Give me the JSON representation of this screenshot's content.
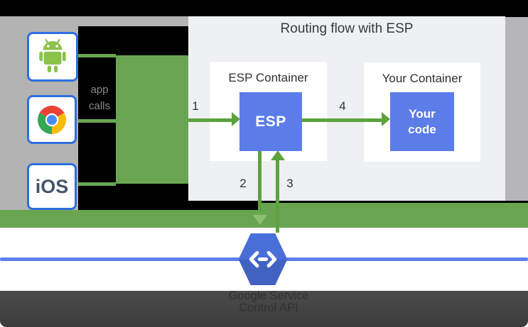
{
  "diagram": {
    "title": "Routing flow with ESP",
    "esp_container": {
      "label": "ESP Container",
      "box_label": "ESP"
    },
    "your_container": {
      "label": "Your Container",
      "box_label": "Your code"
    },
    "steps": {
      "s1": "1",
      "s2": "2",
      "s3": "3",
      "s4": "4"
    },
    "clients": {
      "android_icon": "android-robot-icon",
      "chrome_icon": "chrome-browser-icon",
      "ios_label": "iOS",
      "calls_label": "app calls"
    },
    "service": {
      "icon": "cloud-endpoints-hexagon-icon",
      "line1": "Google Service",
      "line2": "Control API"
    },
    "colors": {
      "flow_green": "#69a551",
      "arrow_green": "#5da23f",
      "light_arrowhead_green": "#8fbf72",
      "blue_box": "#5c7ce8",
      "hexagon_blue": "#4a6ed8",
      "service_line_blue": "#5f7eee",
      "panel_gray": "#eff0f2",
      "backdrop_gray": "#b3b3b3",
      "footer_gray": "#424242",
      "client_border_blue": "#2e6fe0",
      "android_green": "#8bc34a"
    }
  }
}
